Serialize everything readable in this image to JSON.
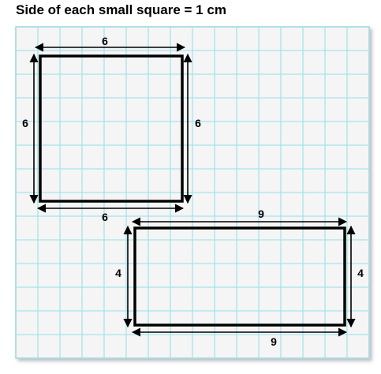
{
  "caption": "Side of each small square = 1 cm",
  "grid": {
    "columns": 16,
    "rows": 14,
    "line_color": "#a6e3e9",
    "background": "#f5f5f5",
    "border_color": "#9ad7e0"
  },
  "shapes": {
    "square": {
      "top_label": "6",
      "bottom_label": "6",
      "left_label": "6",
      "right_label": "6"
    },
    "rectangle": {
      "top_label": "9",
      "bottom_label": "9",
      "left_label": "4",
      "right_label": "4"
    }
  },
  "colors": {
    "outline": "#000000",
    "arrow": "#000000"
  }
}
